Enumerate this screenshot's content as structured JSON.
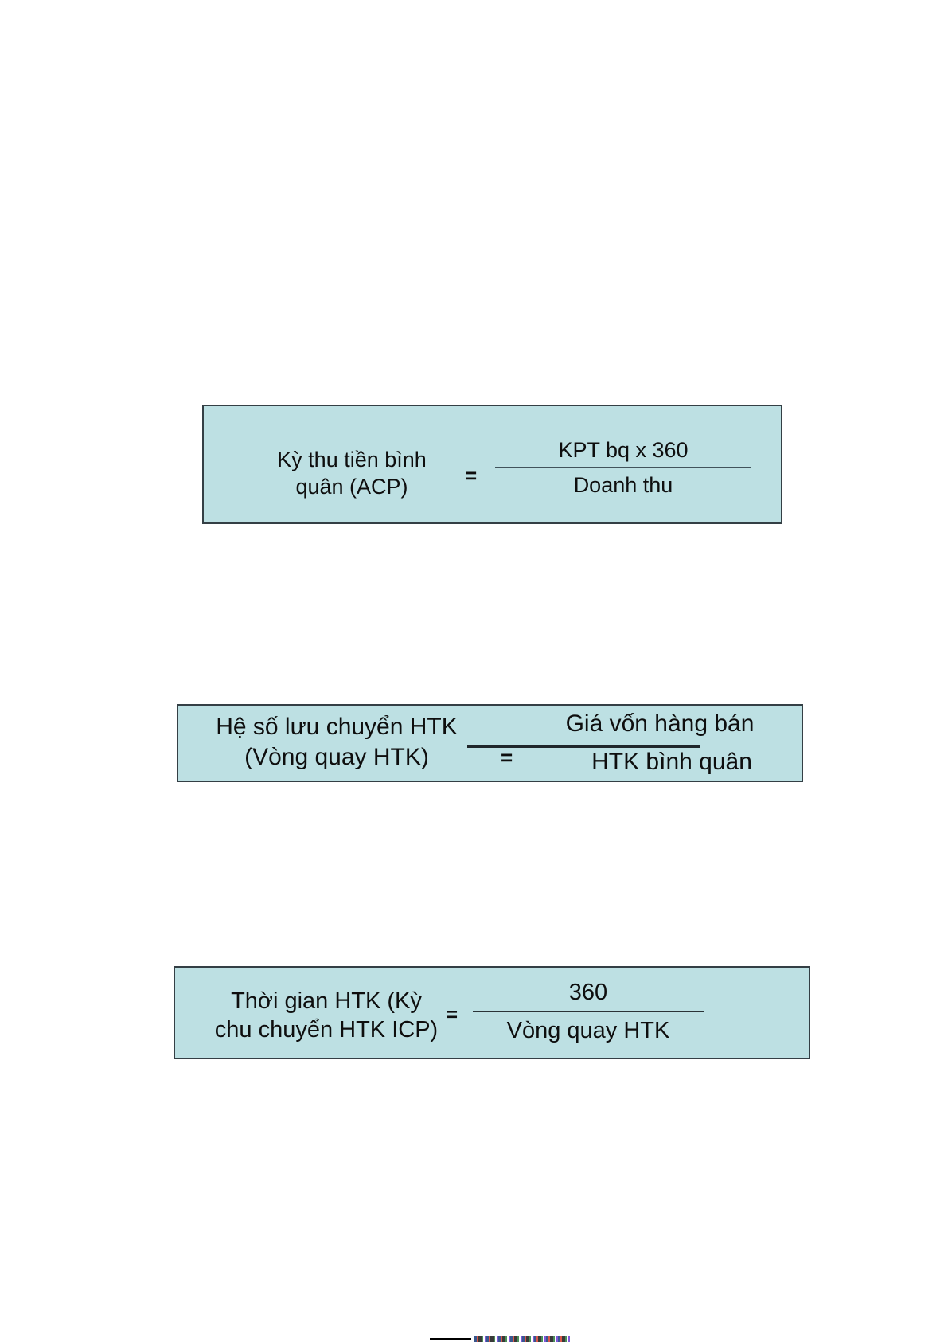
{
  "colors": {
    "box_fill": "#bde0e3",
    "box_border": "#343f45",
    "text": "#0e0e0e",
    "background": "#ffffff"
  },
  "formulas": [
    {
      "name": "average-collection-period",
      "label_line1": "Kỳ thu tiền bình",
      "label_line2": "quân (ACP)",
      "equals": "=",
      "numerator": "KPT bq x 360",
      "denominator": "Doanh thu"
    },
    {
      "name": "inventory-turnover-ratio",
      "label_line1": "Hệ số lưu chuyển HTK",
      "label_line2": "(Vòng quay HTK)",
      "equals": "=",
      "numerator": "Giá vốn hàng bán",
      "denominator": "HTK bình quân"
    },
    {
      "name": "inventory-conversion-period",
      "label_line1": "Thời gian HTK (Kỳ",
      "label_line2": "chu chuyển HTK ICP)",
      "equals": "=",
      "numerator": "360",
      "denominator": "Vòng quay HTK"
    }
  ]
}
